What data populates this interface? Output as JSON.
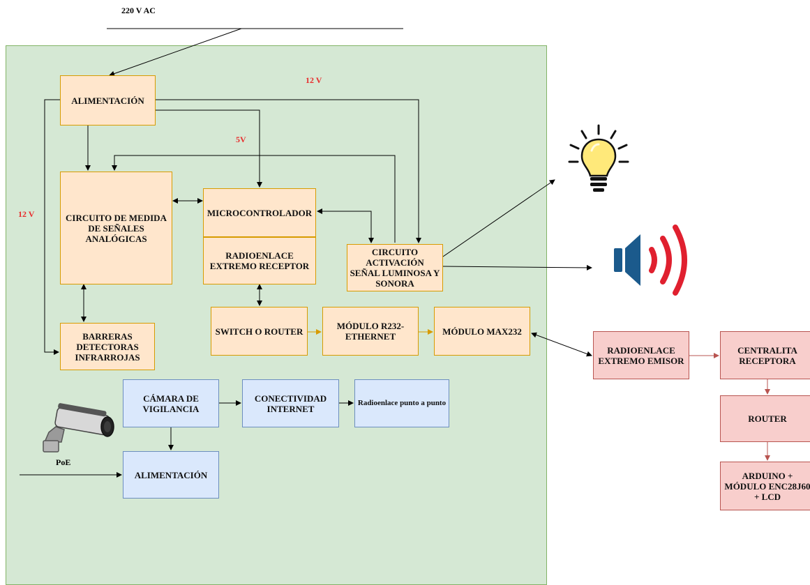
{
  "labels": {
    "ac_input": "220 V AC",
    "v12_top": "12 V",
    "v5": "5V",
    "v12_left": "12 V",
    "poe": "PoE"
  },
  "blocks": {
    "alimentacion": "ALIMENTACIÓN",
    "circuito_medida": "CIRCUITO DE MEDIDA DE SEÑALES ANALÓGICAS",
    "microcontrolador": "MICROCONTROLADOR",
    "radioenlace_receptor": "RADIOENLACE EXTREMO RECEPTOR",
    "circuito_activacion": "CIRCUITO ACTIVACIÓN SEÑAL LUMINOSA Y SONORA",
    "barreras": "BARRERAS DETECTORAS INFRARROJAS",
    "switch_router": "SWITCH O ROUTER",
    "modulo_r232": "MÓDULO R232-ETHERNET",
    "modulo_max232": "MÓDULO MAX232",
    "camara": "CÁMARA DE VIGILANCIA",
    "conectividad": "CONECTIVIDAD INTERNET",
    "radioenlace_punto": "Radioenlace punto a punto",
    "alimentacion_cam": "ALIMENTACIÓN",
    "radioenlace_emisor": "RADIOENLACE EXTREMO EMISOR",
    "centralita": "CENTRALITA RECEPTORA",
    "router": "ROUTER",
    "arduino": "ARDUINO + MÓDULO ENC28J60 + LCD"
  },
  "colors": {
    "panel_fill": "#d5e8d4",
    "orange_fill": "#ffe6cc",
    "orange_stroke": "#d79b00",
    "blue_fill": "#dae8fc",
    "blue_stroke": "#6c8ebf",
    "red_fill": "#f8cecc",
    "red_stroke": "#b85450",
    "voltage_label": "#e82c2c",
    "speaker_waves": "#e0202f",
    "speaker_body": "#1b5a8c"
  },
  "icons": [
    "light-bulb-icon",
    "speaker-icon",
    "security-camera-icon"
  ]
}
